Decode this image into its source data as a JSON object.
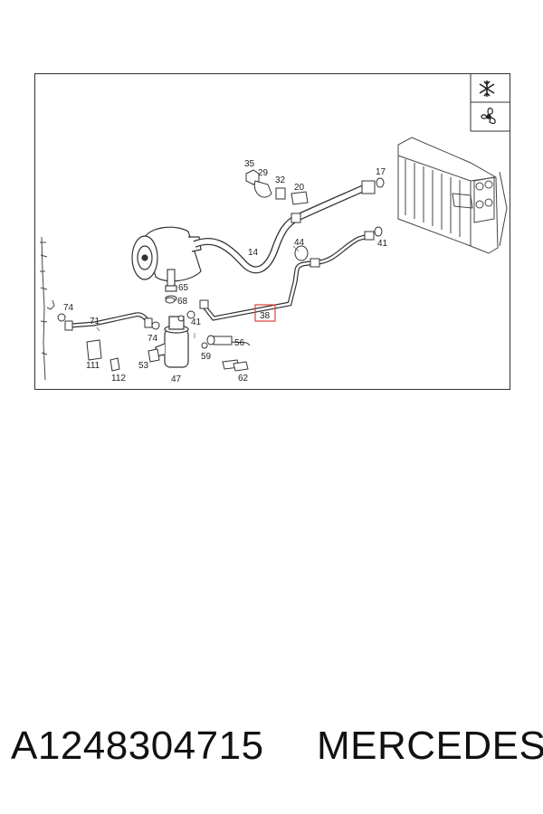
{
  "diagram": {
    "callouts": {
      "c35": "35",
      "c29": "29",
      "c32": "32",
      "c20": "20",
      "c17": "17",
      "c14": "14",
      "c44": "44",
      "c41a": "41",
      "c65": "65",
      "c68": "68",
      "c74a": "74",
      "c71": "71",
      "c74b": "74",
      "c41b": "41",
      "c38": "38",
      "c56": "56",
      "c59": "59",
      "c53": "53",
      "c111": "111",
      "c112": "112",
      "c47": "47",
      "c62": "62"
    },
    "highlight_color": "#e0413b",
    "icons": [
      "snowflake-icon",
      "fan-icon"
    ]
  },
  "caption": {
    "part_number": "A1248304715",
    "brand": "MERCEDES"
  }
}
